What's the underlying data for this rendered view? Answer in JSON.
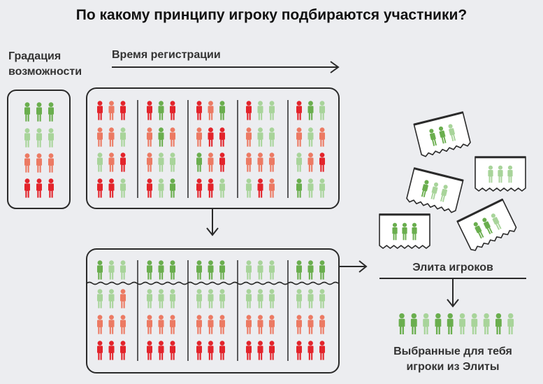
{
  "title": "По какому принципу игроку подбираются участники?",
  "labels": {
    "gradation_line1": "Градация",
    "gradation_line2": "возможности",
    "registration_time": "Время регистрации",
    "elite": "Элита игроков",
    "selected_line1": "Выбранные для тебя",
    "selected_line2": "игроки из Элиты"
  },
  "colors": {
    "background": "#ecedf0",
    "outline": "#2a2a2a",
    "green": "#6aae4e",
    "light_green": "#a8d49a",
    "salmon": "#ec7a63",
    "red": "#e3242b"
  },
  "grade_column": [
    [
      "g",
      "g",
      "g"
    ],
    [
      "lg",
      "lg",
      "lg"
    ],
    [
      "s",
      "s",
      "s"
    ],
    [
      "r",
      "r",
      "r"
    ]
  ],
  "pool_rows": [
    [
      "r",
      "s",
      "r",
      "r",
      "g",
      "r",
      "r",
      "s",
      "g",
      "r",
      "lg",
      "lg",
      "r",
      "g",
      "lg"
    ],
    [
      "s",
      "s",
      "lg",
      "s",
      "g",
      "s",
      "s",
      "r",
      "r",
      "s",
      "lg",
      "lg",
      "s",
      "lg",
      "s"
    ],
    [
      "lg",
      "s",
      "r",
      "s",
      "lg",
      "lg",
      "g",
      "s",
      "r",
      "s",
      "s",
      "s",
      "lg",
      "s",
      "r"
    ],
    [
      "r",
      "r",
      "lg",
      "r",
      "lg",
      "g",
      "r",
      "r",
      "lg",
      "lg",
      "r",
      "s",
      "g",
      "lg",
      "lg"
    ]
  ],
  "sorted_rows": [
    [
      "g",
      "lg",
      "lg",
      "g",
      "g",
      "g",
      "g",
      "g",
      "g",
      "lg",
      "lg",
      "lg",
      "g",
      "g",
      "g"
    ],
    [
      "lg",
      "lg",
      "s",
      "lg",
      "lg",
      "lg",
      "lg",
      "lg",
      "lg",
      "lg",
      "lg",
      "lg",
      "lg",
      "lg",
      "lg"
    ],
    [
      "s",
      "s",
      "s",
      "s",
      "s",
      "s",
      "s",
      "s",
      "s",
      "s",
      "s",
      "s",
      "s",
      "s",
      "s"
    ],
    [
      "r",
      "r",
      "r",
      "r",
      "r",
      "r",
      "r",
      "r",
      "r",
      "r",
      "r",
      "r",
      "r",
      "r",
      "r"
    ]
  ],
  "tickets": [
    [
      "g",
      "g",
      "lg"
    ],
    [
      "lg",
      "lg",
      "lg"
    ],
    [
      "g",
      "lg",
      "lg"
    ],
    [
      "g",
      "g",
      "g"
    ],
    [
      "g",
      "g",
      "lg"
    ]
  ],
  "selected_players": [
    "g",
    "g",
    "lg",
    "g",
    "g",
    "lg",
    "lg",
    "lg",
    "g",
    "lg"
  ]
}
